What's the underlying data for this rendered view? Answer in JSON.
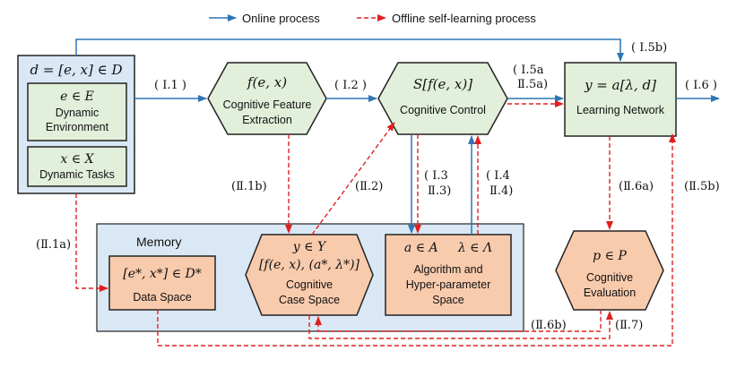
{
  "legend": {
    "online": "Online  process",
    "offline": "Offline self-learning process"
  },
  "colors": {
    "online": "#2e75b6",
    "offline": "#e02020",
    "green_fill": "#e2efda",
    "pink_fill": "#f8cbad",
    "memory_fill": "#dae8f5"
  },
  "input": {
    "formula": "d = [e, x] ∈ D",
    "env_formula": "e ∈ E",
    "env_label_1": "Dynamic",
    "env_label_2": "Environment",
    "task_formula": "x ∈ X",
    "task_label": "Dynamic Tasks"
  },
  "feature": {
    "formula": "f(e, x)",
    "label_1": "Cognitive Feature",
    "label_2": "Extraction"
  },
  "control": {
    "formula": "S[f(e, x)]",
    "label": "Cognitive Control"
  },
  "learning": {
    "formula": "y = a[λ, d]",
    "label": "Learning Network"
  },
  "memory": {
    "title": "Memory"
  },
  "data_space": {
    "formula": "[e*, x*] ∈ D*",
    "label": "Data Space"
  },
  "case_space": {
    "formula_1": "y ∈ Y",
    "formula_2": "[f(e, x), (a*, λ*)]",
    "label_1": "Cognitive",
    "label_2": "Case Space"
  },
  "algo_space": {
    "formula": "a ∈ Α     λ ∈ Λ",
    "label_1": "Algorithm and",
    "label_2": "Hyper-parameter",
    "label_3": "Space"
  },
  "evaluation": {
    "formula": "p ∈ P",
    "label_1": "Cognitive",
    "label_2": "Evaluation"
  },
  "edge_labels": {
    "i1": "( Ⅰ.1 )",
    "i2": "( Ⅰ.2 )",
    "i5a_1": "( Ⅰ.5a",
    "i5a_2": "Ⅱ.5a)",
    "i5b": "( Ⅰ.5b)",
    "i6": "( Ⅰ.6 )",
    "i3_1": "( Ⅰ.3",
    "i3_2": "Ⅱ.3)",
    "i4_1": "( Ⅰ.4",
    "i4_2": "Ⅱ.4)",
    "ii1a": "(Ⅱ.1a)",
    "ii1b": "(Ⅱ.1b)",
    "ii2": "(Ⅱ.2)",
    "ii6a": "(Ⅱ.6a)",
    "ii5b": "(Ⅱ.5b)",
    "ii6b": "(Ⅱ.6b)",
    "ii7": "(Ⅱ.7)"
  }
}
